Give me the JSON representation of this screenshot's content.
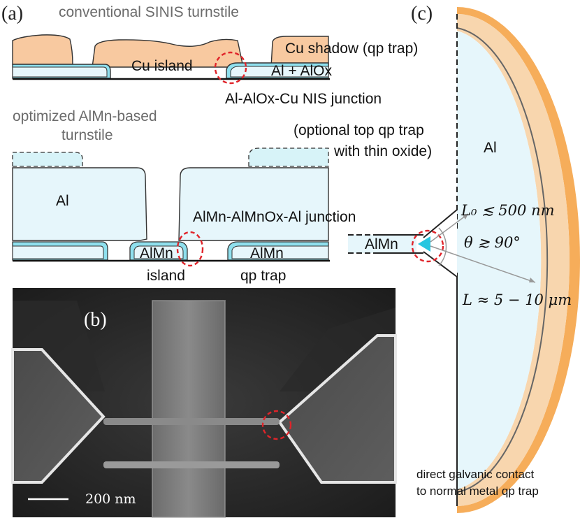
{
  "panel_a": {
    "label": "(a)",
    "title_conventional": "conventional SINIS turnstile",
    "cu_island": "Cu island",
    "cu_shadow": "Cu shadow (qp trap)",
    "al_alox": "Al + AlOx",
    "nis_junction": "Al-AlOx-Cu NIS junction",
    "title_optimized_1": "optimized AlMn-based",
    "title_optimized_2": "turnstile",
    "optional_trap_1": "(optional top qp trap",
    "optional_trap_2": "with thin oxide)",
    "al": "Al",
    "almn_junction": "AlMn-AlMnOx-Al junction",
    "almn_island": "AlMn",
    "island": "island",
    "almn_trap": "AlMn",
    "qp_trap": "qp trap"
  },
  "panel_b": {
    "label": "(b)",
    "scale": "200 nm"
  },
  "panel_c": {
    "label": "(c)",
    "al": "Al",
    "almn": "AlMn",
    "l0": "L₀ ≲ 500 nm",
    "theta": "θ ≳ 90°",
    "l": "L ≈ 5 − 10 μm",
    "contact_1": "direct galvanic contact",
    "contact_2": "to normal metal qp trap"
  },
  "colors": {
    "cu": "#f8c9a0",
    "al_fill": "#e6f6fb",
    "almn_cyan": "#8fe0ee",
    "orange": "#f6ad5a",
    "trap_dashed": "#d7f3f8",
    "highlight": "#e0242a"
  }
}
